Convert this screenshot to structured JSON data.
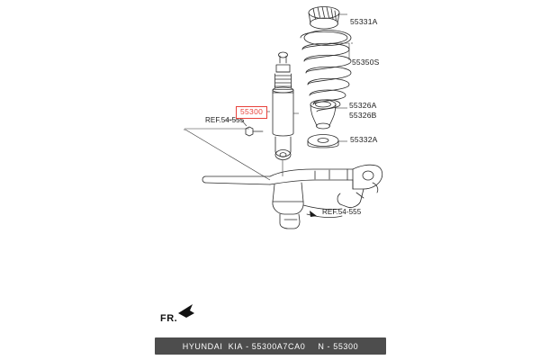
{
  "diagram": {
    "title_footer": {
      "make": "HYUNDAI",
      "model": "KIA",
      "separator": "-",
      "part_code": "55300A7CA0",
      "section": "N - 55300"
    },
    "orientation_marker": {
      "label": "FR."
    },
    "highlighted_part": {
      "number": "55300",
      "color": "#e8413a"
    },
    "callouts": [
      {
        "id": "c1",
        "text": "55331A"
      },
      {
        "id": "c2",
        "text": "55350S"
      },
      {
        "id": "c3",
        "text": "55326A"
      },
      {
        "id": "c4",
        "text": "55326B"
      },
      {
        "id": "c5",
        "text": "55332A"
      },
      {
        "id": "c6",
        "text": "REF.54-555"
      },
      {
        "id": "c7",
        "text": "REF.54-555"
      }
    ]
  }
}
